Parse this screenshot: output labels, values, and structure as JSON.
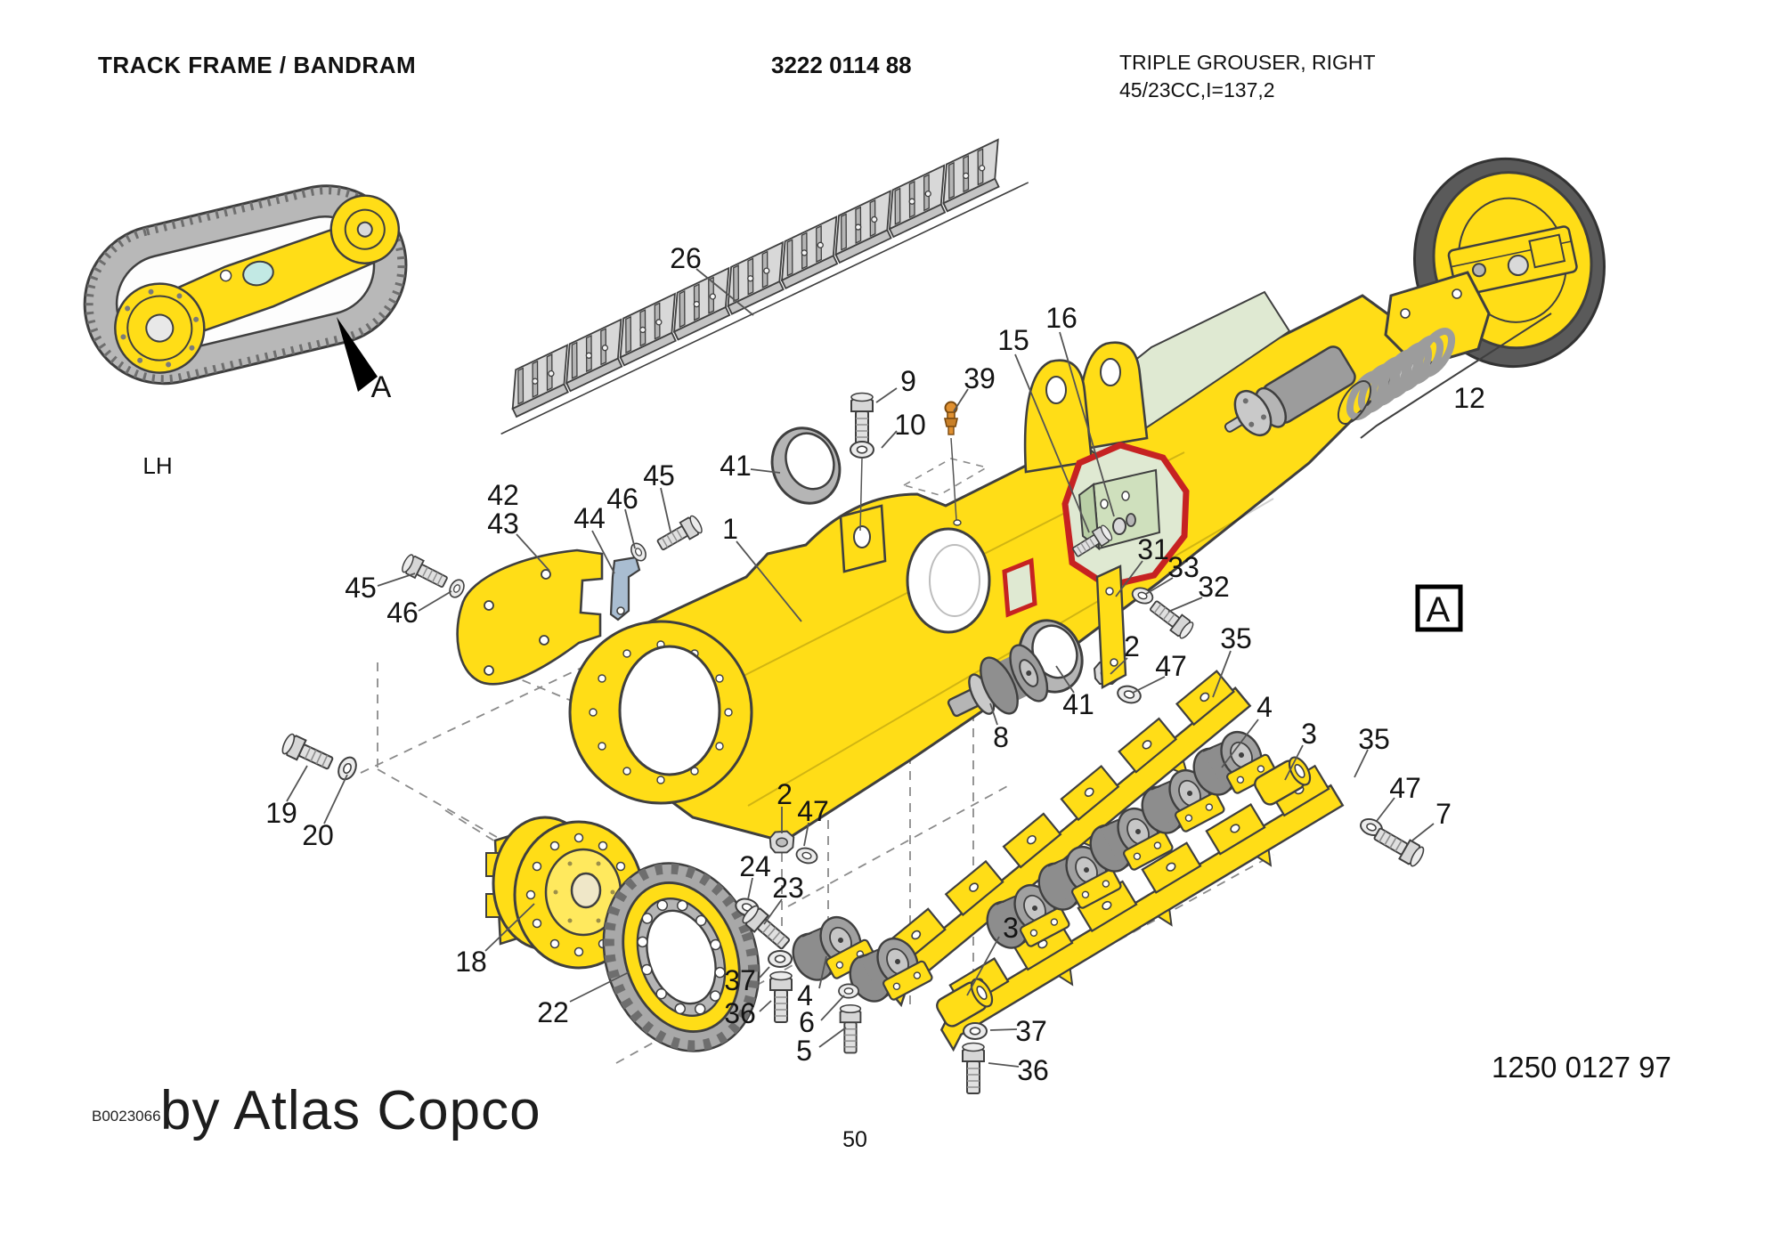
{
  "header": {
    "title": "TRACK FRAME / BANDRAM",
    "part_number": "3222 0114 88",
    "description_line1": "TRIPLE GROUSER, RIGHT",
    "description_line2": "45/23CC,I=137,2"
  },
  "thumbnail": {
    "view_label": "LH",
    "detail_marker": "A"
  },
  "detail_box": {
    "label": "A"
  },
  "footer": {
    "image_code": "B0023066",
    "brand": "by Atlas Copco",
    "page_number": "50",
    "doc_number": "1250 0127 97"
  },
  "callouts": [
    {
      "ref": "26"
    },
    {
      "ref": "9"
    },
    {
      "ref": "10"
    },
    {
      "ref": "39"
    },
    {
      "ref": "15"
    },
    {
      "ref": "16"
    },
    {
      "ref": "41"
    },
    {
      "ref": "1"
    },
    {
      "ref": "42"
    },
    {
      "ref": "43"
    },
    {
      "ref": "44"
    },
    {
      "ref": "46"
    },
    {
      "ref": "45"
    },
    {
      "ref": "45"
    },
    {
      "ref": "46"
    },
    {
      "ref": "31"
    },
    {
      "ref": "33"
    },
    {
      "ref": "32"
    },
    {
      "ref": "12"
    },
    {
      "ref": "2"
    },
    {
      "ref": "47"
    },
    {
      "ref": "35"
    },
    {
      "ref": "4"
    },
    {
      "ref": "3"
    },
    {
      "ref": "35"
    },
    {
      "ref": "41"
    },
    {
      "ref": "8"
    },
    {
      "ref": "2"
    },
    {
      "ref": "47"
    },
    {
      "ref": "24"
    },
    {
      "ref": "23"
    },
    {
      "ref": "19"
    },
    {
      "ref": "20"
    },
    {
      "ref": "18"
    },
    {
      "ref": "22"
    },
    {
      "ref": "37"
    },
    {
      "ref": "36"
    },
    {
      "ref": "4"
    },
    {
      "ref": "6"
    },
    {
      "ref": "5"
    },
    {
      "ref": "3"
    },
    {
      "ref": "37"
    },
    {
      "ref": "36"
    },
    {
      "ref": "47"
    },
    {
      "ref": "7"
    }
  ],
  "colors": {
    "part_yellow": "#ffdd17",
    "outline": "#3f3f3f",
    "steel_gray": "#b5b5b5",
    "highlight_red": "#c62222",
    "panel_green": "#dfe9d2",
    "fitting_orange": "#e09030",
    "strap_blue": "#a9bdd1"
  }
}
